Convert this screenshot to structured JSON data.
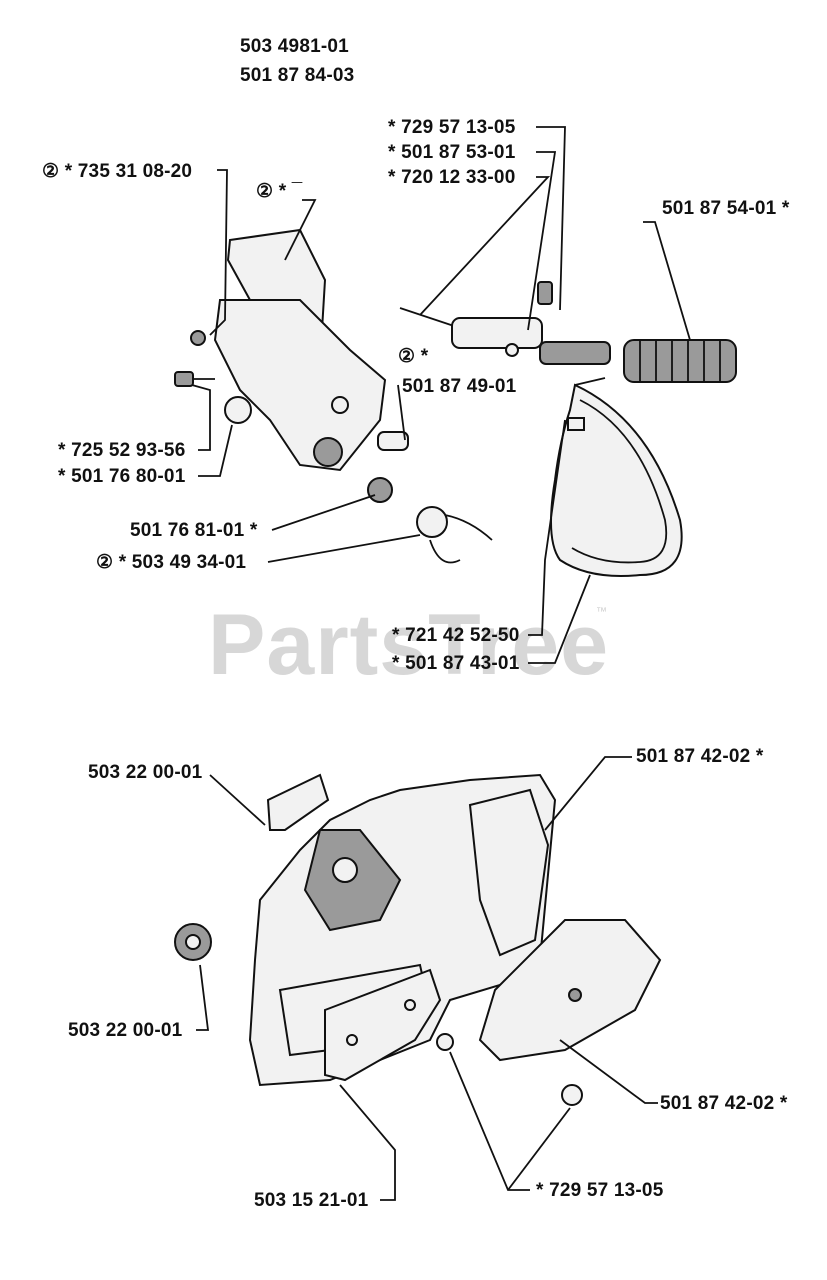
{
  "watermark": {
    "text": "PartsTree",
    "tm": "™"
  },
  "labels": {
    "model_a": "503 4981-01",
    "model_b": "501 87 84-03",
    "p735": "②  *  735 31 08-20",
    "p_dash": "②  *  ¯",
    "p72957_top": "*  729 57 13-05",
    "p5018753": "*  501 87 53-01",
    "p720": "*  720 12 33-00",
    "p5018754": "501 87 54-01  *",
    "p_circ_mid": "②  *",
    "p5018749": "501 87 49-01",
    "p725": "*  725 52 93-56",
    "p5017680": "*  501 76 80-01",
    "p5017681": "501 76 81-01  *",
    "p5034934": "②  *  503 49 34-01",
    "p721": "*  721 42 52-50",
    "p5018743": "*  501 87 43-01",
    "p5032200_a": "503 22 00-01",
    "p5018742_a": "501 87 42-02  *",
    "p5032200_b": "503 22 00-01",
    "p5018742_b": "501 87 42-02  *",
    "p5031521": "503 15 21-01",
    "p72957_bot": "*  729 57 13-05"
  }
}
